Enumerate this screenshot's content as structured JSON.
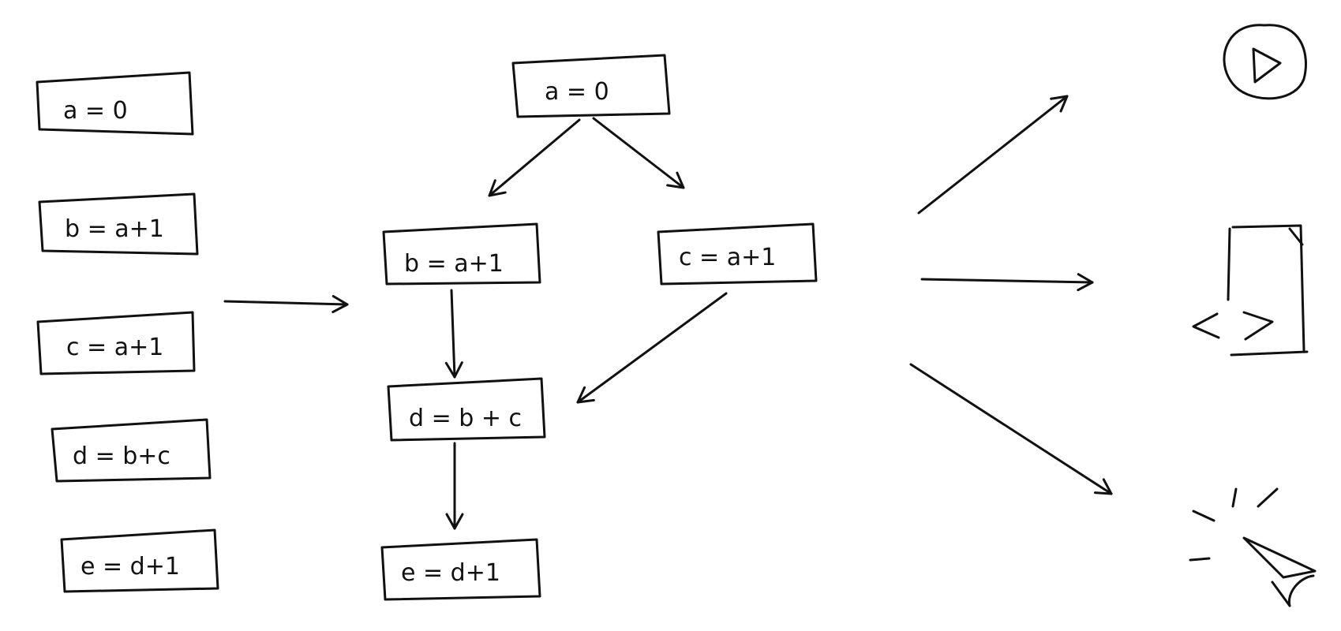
{
  "sequential_list": {
    "statements": [
      "a = 0",
      "b = a+1",
      "c = a+1",
      "d = b+c",
      "e = d+1"
    ]
  },
  "dependency_graph": {
    "nodes": [
      {
        "id": "a",
        "label": "a = 0"
      },
      {
        "id": "b",
        "label": "b = a+1"
      },
      {
        "id": "c",
        "label": "c = a+1"
      },
      {
        "id": "d",
        "label": "d = b + c"
      },
      {
        "id": "e",
        "label": "e = d+1"
      }
    ],
    "edges": [
      {
        "from": "a",
        "to": "b"
      },
      {
        "from": "a",
        "to": "c"
      },
      {
        "from": "b",
        "to": "d"
      },
      {
        "from": "c",
        "to": "d"
      },
      {
        "from": "d",
        "to": "e"
      }
    ]
  },
  "outputs": [
    {
      "icon": "play-circle-icon"
    },
    {
      "icon": "code-document-icon"
    },
    {
      "icon": "cursor-click-icon"
    }
  ],
  "colors": {
    "ink": "#111111",
    "background": "#ffffff"
  }
}
